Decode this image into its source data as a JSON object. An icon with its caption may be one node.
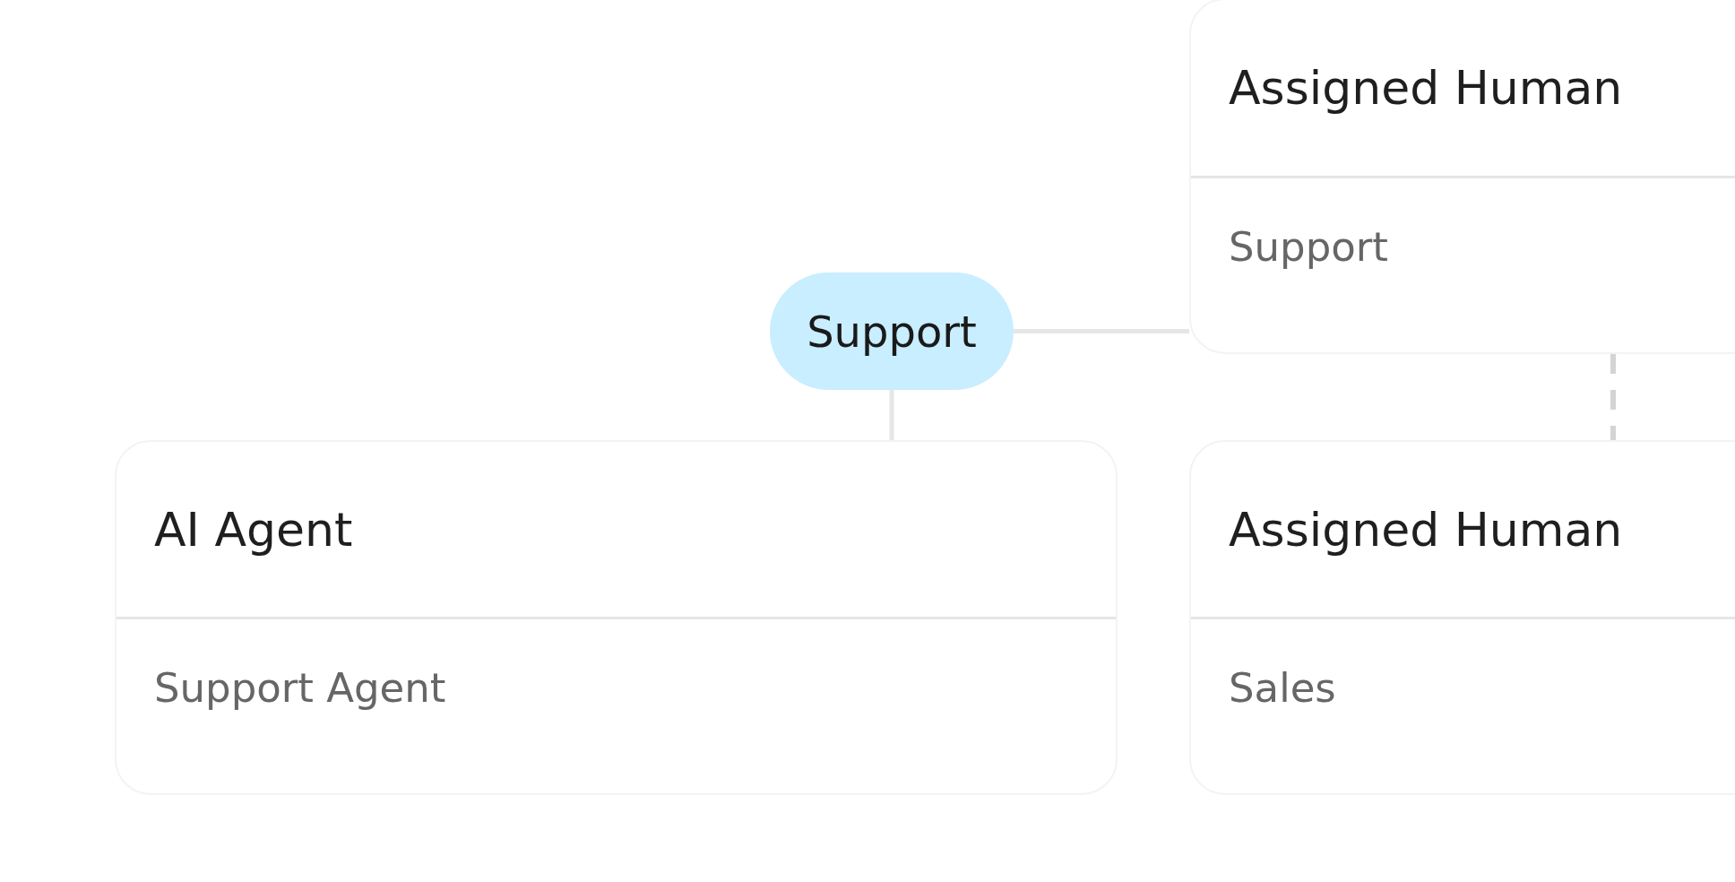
{
  "diagram": {
    "nodes": [
      {
        "text": [
          "Assigned Human",
          "Support"
        ]
      },
      {
        "text": [
          "Support"
        ]
      },
      {
        "text": [
          "AI Agent",
          "Support Agent"
        ]
      },
      {
        "text": [
          "Assigned Human",
          "Sales"
        ]
      }
    ],
    "edges": [
      {
        "from": 1,
        "to": 0,
        "arrow": "none"
      },
      {
        "from": 1,
        "to": 2,
        "arrow": "none"
      },
      {
        "from": 0,
        "to": 3,
        "arrow": "none",
        "style": "dashed",
        "color": "#d4d4d4"
      }
    ]
  }
}
